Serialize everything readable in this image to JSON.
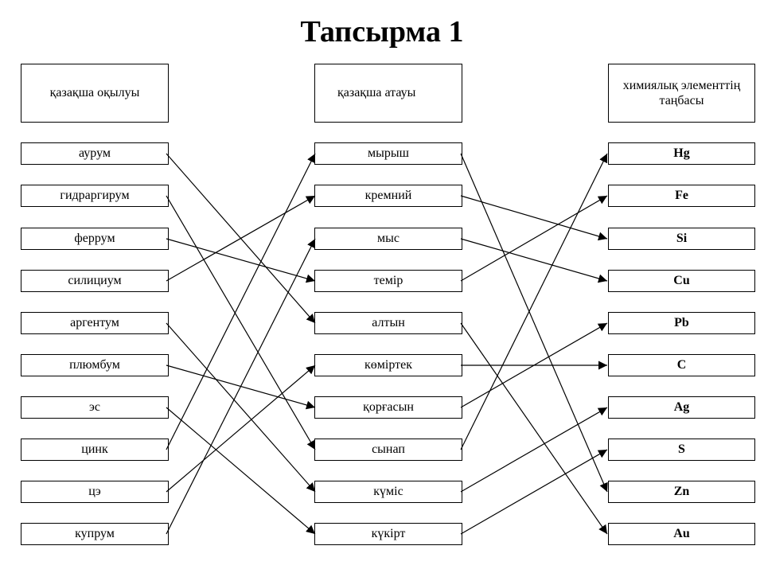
{
  "title": "Тапсырма 1",
  "headers": {
    "latin_reading": "қазақша оқылуы",
    "kazakh_name": "қазақша атауы",
    "symbol": "химиялық элементтің таңбасы"
  },
  "latin_readings": [
    "аурум",
    "гидраргирум",
    "феррум",
    "силициум",
    "аргентум",
    "плюмбум",
    "эс",
    "цинк",
    "цэ",
    "купрум"
  ],
  "kazakh_names": [
    "мырыш",
    "кремний",
    "мыс",
    "темір",
    "алтын",
    "көміртек",
    "қорғасын",
    "сынап",
    "күміс",
    "күкірт"
  ],
  "symbols": [
    "Hg",
    "Fe",
    "Si",
    "Cu",
    "Pb",
    "C",
    "Ag",
    "S",
    "Zn",
    "Au"
  ],
  "connections": {
    "reading_to_name": [
      [
        0,
        4
      ],
      [
        1,
        7
      ],
      [
        2,
        3
      ],
      [
        3,
        1
      ],
      [
        4,
        8
      ],
      [
        5,
        6
      ],
      [
        6,
        9
      ],
      [
        7,
        0
      ],
      [
        8,
        5
      ],
      [
        9,
        2
      ]
    ],
    "name_to_symbol": [
      [
        0,
        8
      ],
      [
        1,
        2
      ],
      [
        2,
        3
      ],
      [
        3,
        1
      ],
      [
        4,
        9
      ],
      [
        5,
        5
      ],
      [
        6,
        4
      ],
      [
        7,
        0
      ],
      [
        8,
        6
      ],
      [
        9,
        7
      ]
    ]
  }
}
